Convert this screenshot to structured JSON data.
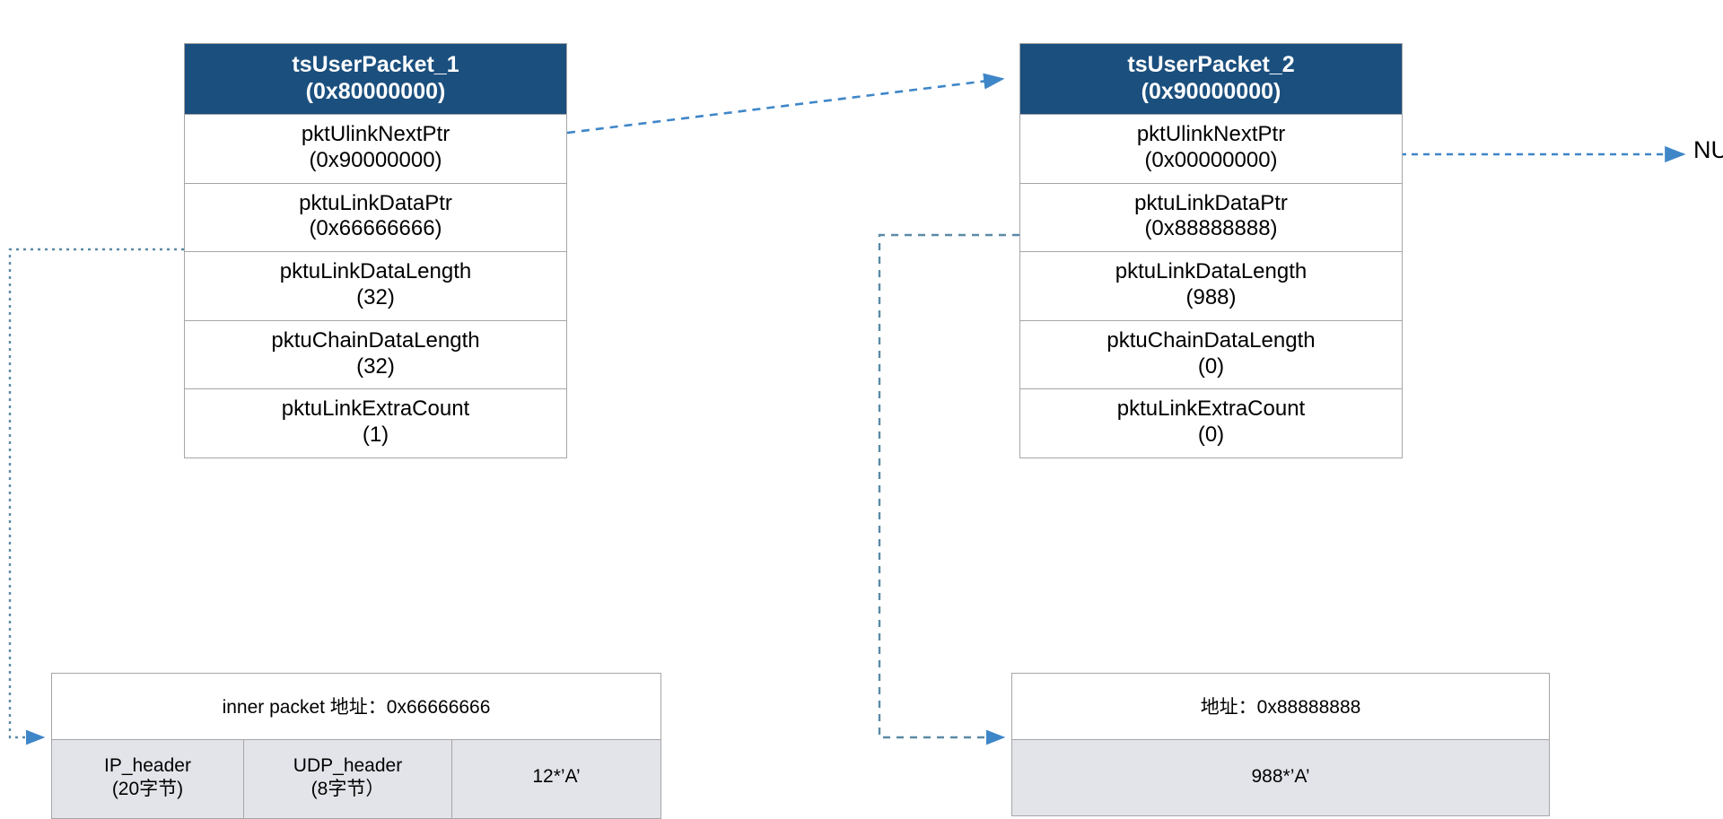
{
  "diagram": {
    "title_hidden": "tsUserPacket chain layout",
    "accent_header_color": "#1b4f7e",
    "accent_wire_color": "#3f86c8",
    "highlight_value_color": "#c0504d",
    "cell_fill_color": "#e2e4e9",
    "border_color": "#a6a6a6"
  },
  "structs": [
    {
      "id": "tsUserPacket_1",
      "header_name": "tsUserPacket_1",
      "header_addr": "(0x80000000)",
      "rows": [
        {
          "name": "pktUlinkNextPtr",
          "value": "(0x90000000)",
          "highlight": false
        },
        {
          "name": "pktuLinkDataPtr",
          "value": "(0x66666666)",
          "highlight": false
        },
        {
          "name": "pktuLinkDataLength",
          "value": "32",
          "highlight": true
        },
        {
          "name": "pktuChainDataLength",
          "value": "32",
          "highlight": true
        },
        {
          "name": "pktuLinkExtraCount",
          "value": "(1)",
          "highlight": false
        }
      ]
    },
    {
      "id": "tsUserPacket_2",
      "header_name": "tsUserPacket_2",
      "header_addr": "(0x90000000)",
      "rows": [
        {
          "name": "pktUlinkNextPtr",
          "value": "(0x00000000)",
          "highlight": false
        },
        {
          "name": "pktuLinkDataPtr",
          "value": "(0x88888888)",
          "highlight": false
        },
        {
          "name": "pktuLinkDataLength",
          "value": "(988)",
          "highlight": false
        },
        {
          "name": "pktuChainDataLength",
          "value": "(0)",
          "highlight": false
        },
        {
          "name": "pktuLinkExtraCount",
          "value": "(0)",
          "highlight": false
        }
      ]
    }
  ],
  "packets": [
    {
      "id": "inner-packet-left",
      "title": "inner packet 地址：0x66666666",
      "cells": [
        {
          "line1": "IP_header",
          "line2": "(20字节)"
        },
        {
          "line1": "UDP_header",
          "line2": "(8字节）"
        },
        {
          "line1": "12*’A’",
          "line2": ""
        }
      ]
    },
    {
      "id": "packet-right",
      "title": "地址：0x88888888",
      "cells": [
        {
          "line1": "988*’A’",
          "line2": ""
        }
      ]
    }
  ],
  "labels": {
    "null_label": "NULL"
  }
}
